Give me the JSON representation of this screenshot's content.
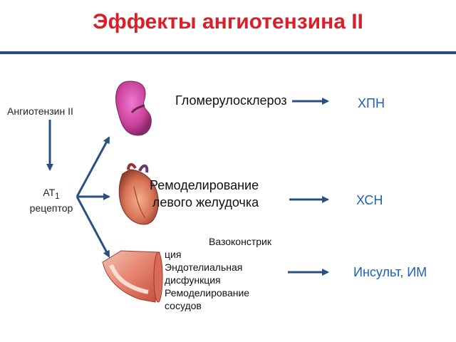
{
  "title": "Эффекты ангиотензина II",
  "source": {
    "label": "Ангиотензин II"
  },
  "receptor": {
    "line1": "АТ",
    "sub": "1",
    "line2": "рецептор"
  },
  "effects": [
    {
      "label": "Гломерулосклероз",
      "outcome": "ХПН"
    },
    {
      "label_line1": "Ремоделирование",
      "label_line2": "левого желудочка",
      "outcome": "ХСН"
    },
    {
      "lines": [
        "Вазоконстрик",
        "ция",
        "Эндотелиальная",
        "дисфункция",
        "Ремоделирование",
        "сосудов"
      ],
      "outcome": "Инсульт, ИМ"
    }
  ],
  "icons": [
    "kidney-icon",
    "heart-icon",
    "blood-vessel-icon"
  ],
  "colors": {
    "title": "#d8202a",
    "rule": "#2e4a7a",
    "arrow": "#2b4f82",
    "outcome": "#1f5fb5"
  }
}
